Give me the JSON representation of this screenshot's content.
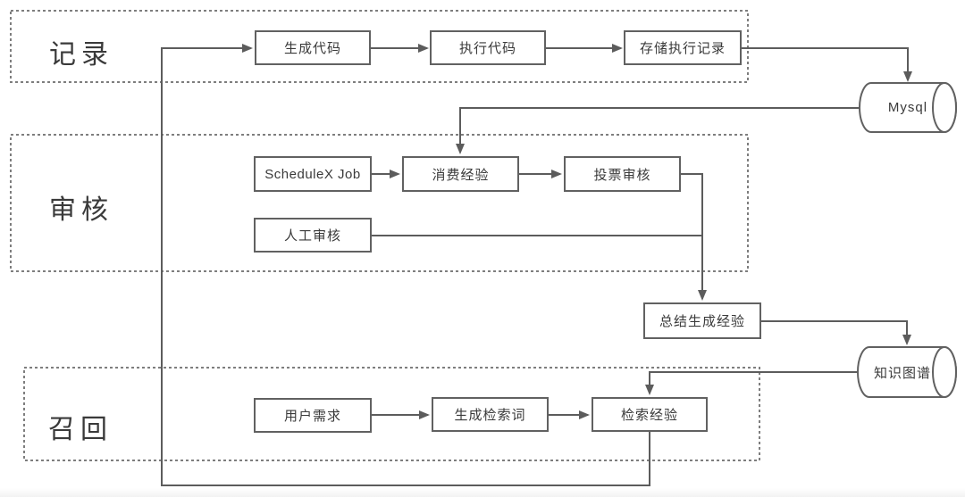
{
  "sections": [
    {
      "id": "record",
      "label": "记录"
    },
    {
      "id": "review",
      "label": "审核"
    },
    {
      "id": "recall",
      "label": "召回"
    }
  ],
  "nodes": {
    "generate_code": "生成代码",
    "execute_code": "执行代码",
    "store_execution_record": "存储执行记录",
    "schedulex_job": "ScheduleX Job",
    "consume_experience": "消费经验",
    "vote_review": "投票审核",
    "manual_review": "人工审核",
    "summarize_experience": "总结生成经验",
    "user_demand": "用户需求",
    "generate_search_terms": "生成检索词",
    "retrieve_experience": "检索经验"
  },
  "datastores": {
    "mysql": "Mysql",
    "knowledge_graph": "知识图谱"
  },
  "colors": {
    "connector": "#5c5c5c",
    "node_border": "#616161",
    "section_border": "#7e7e7e",
    "text": "#3a3a3a",
    "background": "#ffffff"
  }
}
